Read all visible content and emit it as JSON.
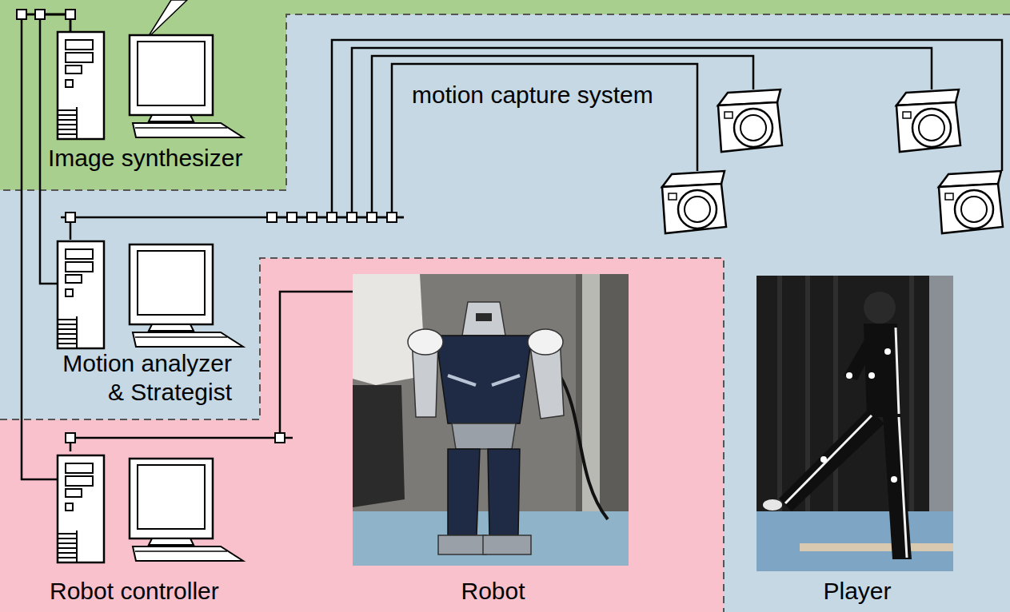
{
  "diagram": {
    "nodes": [
      {
        "text": [
          "Image synthesizer"
        ]
      },
      {
        "text": [
          "motion capture system"
        ]
      },
      {
        "text": [
          "Motion analyzer & Strategist"
        ]
      },
      {
        "text": [
          "Robot controller"
        ]
      },
      {
        "text": [
          "Robot"
        ]
      },
      {
        "text": [
          "Player"
        ]
      }
    ],
    "edges": [
      {
        "from": 0,
        "to": 2,
        "arrow": "none"
      },
      {
        "from": 0,
        "to": 3,
        "arrow": "none"
      },
      {
        "from": 1,
        "to": 2,
        "arrow": "none"
      },
      {
        "from": 3,
        "to": 4,
        "arrow": "none"
      }
    ]
  }
}
